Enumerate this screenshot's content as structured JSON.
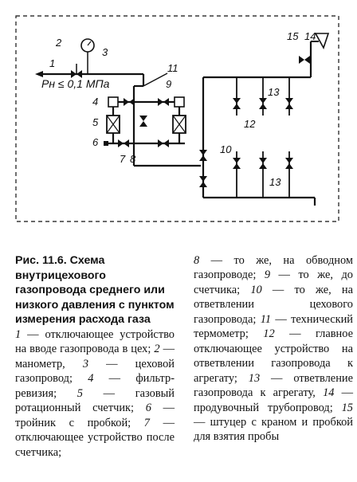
{
  "diagram": {
    "labels": {
      "l1": "1",
      "l2": "2",
      "l3": "3",
      "l4": "4",
      "l5": "5",
      "l6": "6",
      "l7": "7",
      "l8": "8",
      "l9": "9",
      "l10": "10",
      "l11": "11",
      "l12": "12",
      "l13a": "13",
      "l13b": "13",
      "l14": "14",
      "l15": "15"
    },
    "pressure": "Pн ≤ 0,1 МПа"
  },
  "caption": {
    "title": "Рис. 11.6. Схема внутрицехового газопровода среднего или низкого давления с пунктом измерения расхода газа",
    "items_left": [
      {
        "num": "1",
        "text": " — отключающее устройство на вводе газопровода в цех; "
      },
      {
        "num": "2",
        "text": " — манометр, "
      },
      {
        "num": "3",
        "text": " — цеховой газопровод; "
      },
      {
        "num": "4",
        "text": " — фильтр-ревизия; "
      },
      {
        "num": "5",
        "text": " — газовый ротационный счетчик; "
      },
      {
        "num": "6",
        "text": " — тройник с пробкой; "
      },
      {
        "num": "7",
        "text": " — отключающее устройство после счетчика;"
      }
    ],
    "items_right": [
      {
        "num": "8",
        "text": " — то же, на обводном газопроводе; "
      },
      {
        "num": "9",
        "text": " — то же, до счетчика; "
      },
      {
        "num": "10",
        "text": " — то же, на ответвлении цехового газопровода; "
      },
      {
        "num": "11",
        "text": " — технический термометр; "
      },
      {
        "num": "12",
        "text": " — главное отключающее устройство на ответвлении газопровода к агрегату; "
      },
      {
        "num": "13",
        "text": " — ответвление газопровода к агрегату, "
      },
      {
        "num": "14",
        "text": " — продувочный трубопровод; "
      },
      {
        "num": "15",
        "text": " — штуцер с краном и пробкой для взятия пробы"
      }
    ]
  }
}
